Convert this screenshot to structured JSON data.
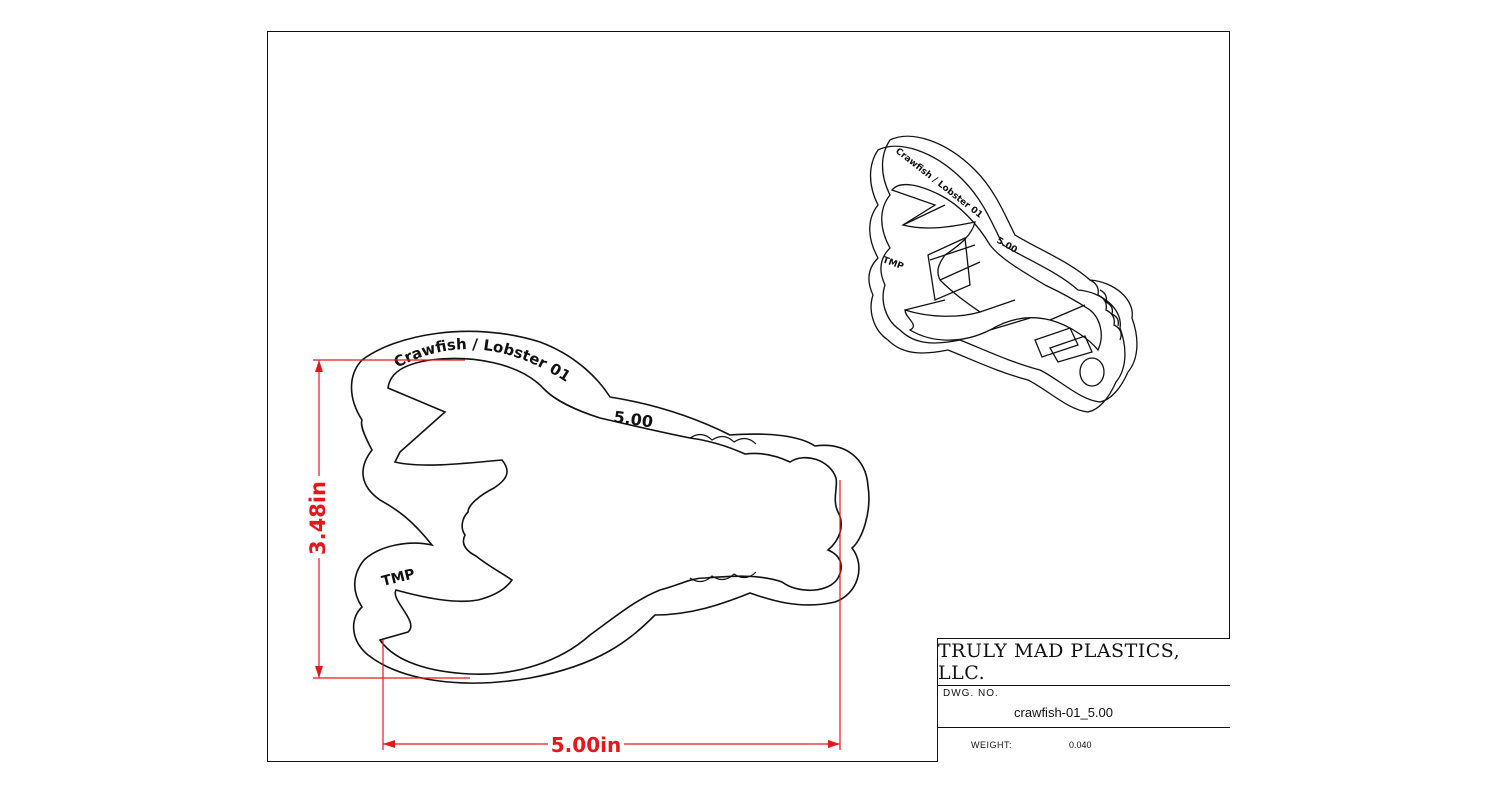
{
  "title_block": {
    "company": "TRULY MAD PLASTICS, LLC.",
    "dwg_no_label": "DWG. NO.",
    "dwg_no": "crawfish-01_5.00",
    "weight_label": "WEIGHT:",
    "weight_value": "0.040"
  },
  "part_labels": {
    "name": "Crawfish / Lobster 01",
    "size": "5.00",
    "brand": "TMP"
  },
  "iso_labels": {
    "name": "Crawfish / Lobster 01",
    "size": "5.00",
    "brand": "TMP"
  },
  "dimensions": {
    "width": "5.00in",
    "height": "3.48in"
  },
  "colors": {
    "dimension": "#e8161b",
    "line": "#111111"
  }
}
